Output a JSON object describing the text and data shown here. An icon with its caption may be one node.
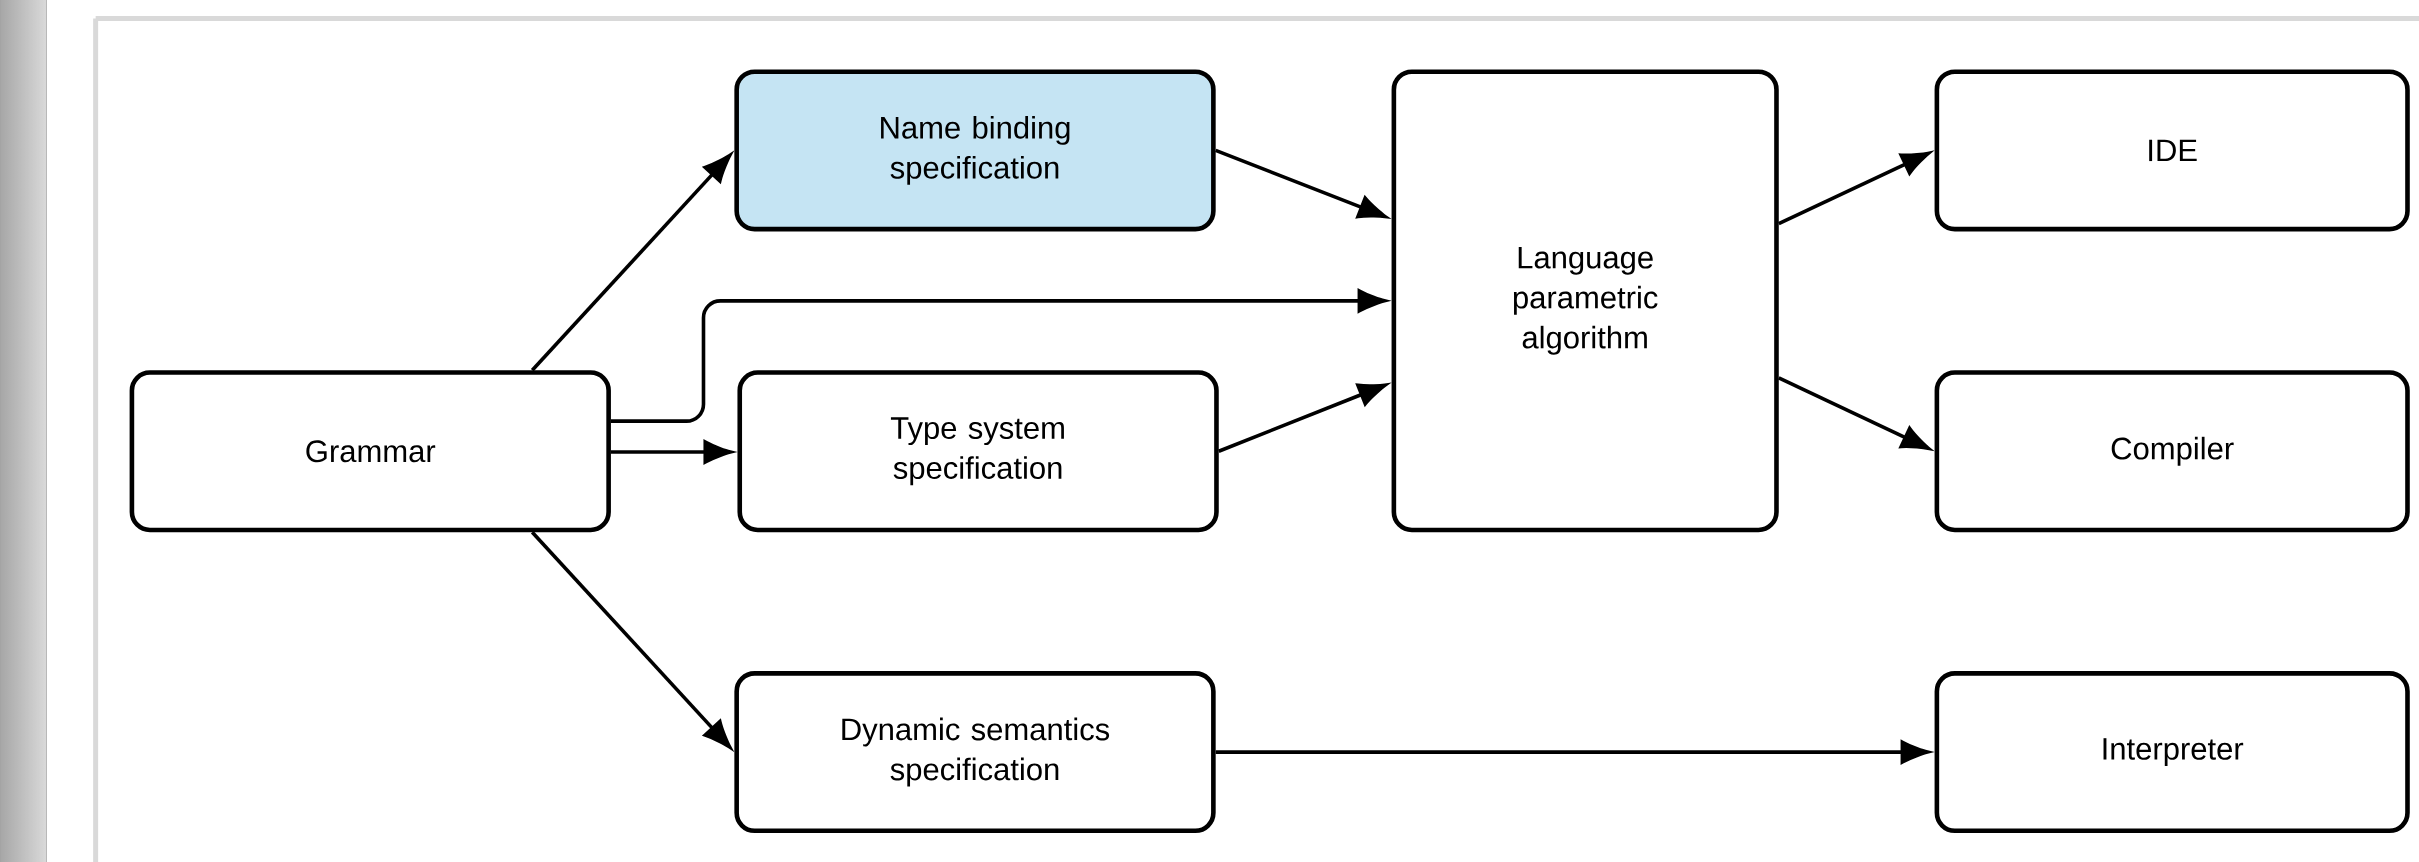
{
  "diagram": {
    "nodes": [
      {
        "text": [
          "Grammar"
        ]
      },
      {
        "text": [
          "Name binding specification"
        ]
      },
      {
        "text": [
          "Type system specification"
        ]
      },
      {
        "text": [
          "Dynamic semantics specification"
        ]
      },
      {
        "text": [
          "Language parametric algorithm"
        ]
      },
      {
        "text": [
          "IDE"
        ]
      },
      {
        "text": [
          "Compiler"
        ]
      },
      {
        "text": [
          "Interpreter"
        ]
      }
    ],
    "edges": [
      {
        "from": 0,
        "to": 1,
        "arrow": "to"
      },
      {
        "from": 0,
        "to": 4,
        "arrow": "to"
      },
      {
        "from": 0,
        "to": 2,
        "arrow": "to"
      },
      {
        "from": 0,
        "to": 3,
        "arrow": "to"
      },
      {
        "from": 1,
        "to": 4,
        "arrow": "to"
      },
      {
        "from": 2,
        "to": 4,
        "arrow": "to"
      },
      {
        "from": 4,
        "to": 5,
        "arrow": "to"
      },
      {
        "from": 4,
        "to": 6,
        "arrow": "to"
      },
      {
        "from": 3,
        "to": 7,
        "arrow": "to"
      }
    ]
  }
}
